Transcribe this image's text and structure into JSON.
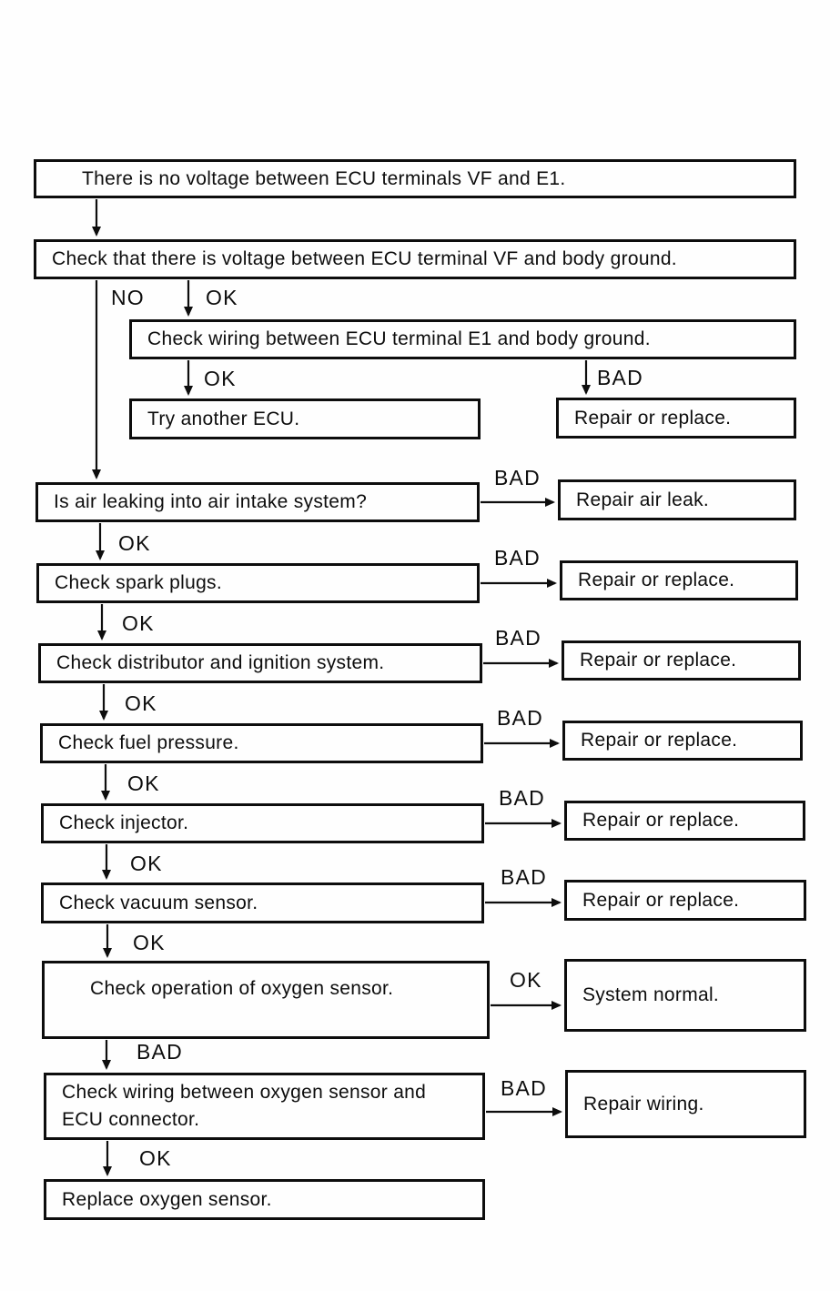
{
  "diagram": {
    "nodes": {
      "start": "There is no voltage between ECU terminals VF and E1.",
      "check_vf_body_ground": "Check that there is voltage between ECU terminal VF and body ground.",
      "check_e1_wiring": "Check wiring between ECU terminal E1 and body ground.",
      "try_another_ecu": "Try another ECU.",
      "repair_or_replace": "Repair or replace.",
      "check_air_leak": "Is air leaking into air intake system?",
      "repair_air_leak": "Repair air leak.",
      "check_spark_plugs": "Check spark plugs.",
      "check_distributor": "Check distributor and ignition system.",
      "check_fuel_pressure": "Check fuel pressure.",
      "check_injector": "Check injector.",
      "check_vacuum_sensor": "Check vacuum sensor.",
      "check_oxygen_sensor": "Check operation of oxygen sensor.",
      "system_normal": "System normal.",
      "check_oxygen_wiring": "Check wiring between oxygen sensor and ECU connector.",
      "repair_wiring": "Repair wiring.",
      "replace_oxygen_sensor": "Replace oxygen sensor."
    },
    "labels": {
      "ok": "OK",
      "no": "NO",
      "bad": "BAD"
    },
    "colors": {
      "line": "#0d0d0d",
      "background": "#fefefe",
      "text": "#0d0d0d"
    }
  }
}
